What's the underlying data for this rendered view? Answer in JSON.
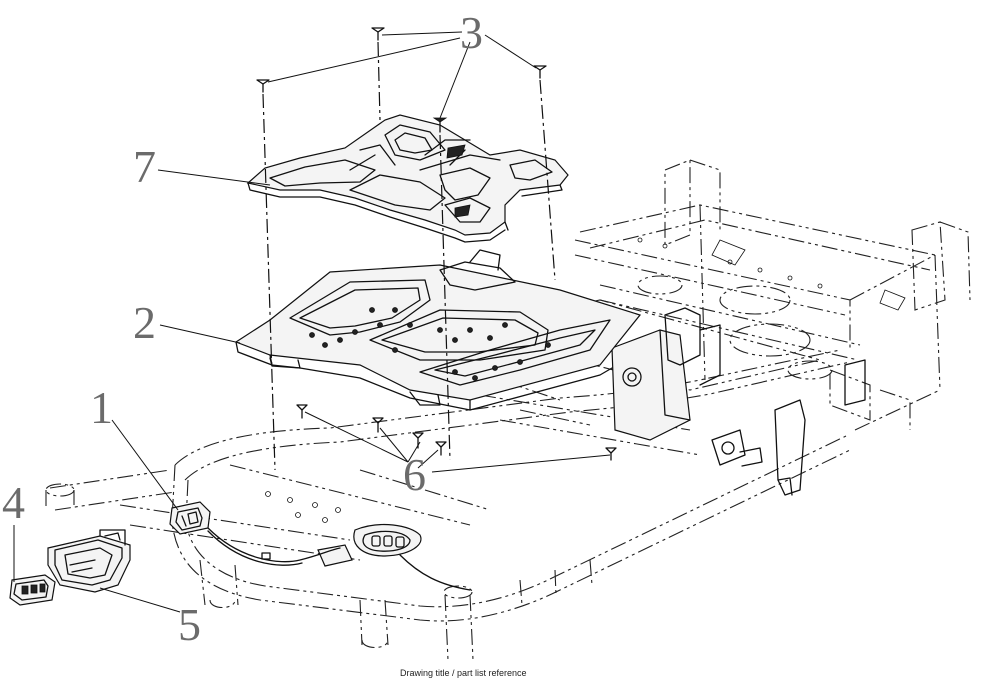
{
  "diagram": {
    "callouts": [
      {
        "id": "1",
        "label": "1"
      },
      {
        "id": "2",
        "label": "2"
      },
      {
        "id": "3",
        "label": "3"
      },
      {
        "id": "4",
        "label": "4"
      },
      {
        "id": "5",
        "label": "5"
      },
      {
        "id": "6",
        "label": "6"
      },
      {
        "id": "7",
        "label": "7"
      }
    ],
    "footer": "Drawing title / part list reference",
    "colors": {
      "line": "#111111",
      "callout": "#6b6b6b",
      "background": "#ffffff"
    }
  }
}
